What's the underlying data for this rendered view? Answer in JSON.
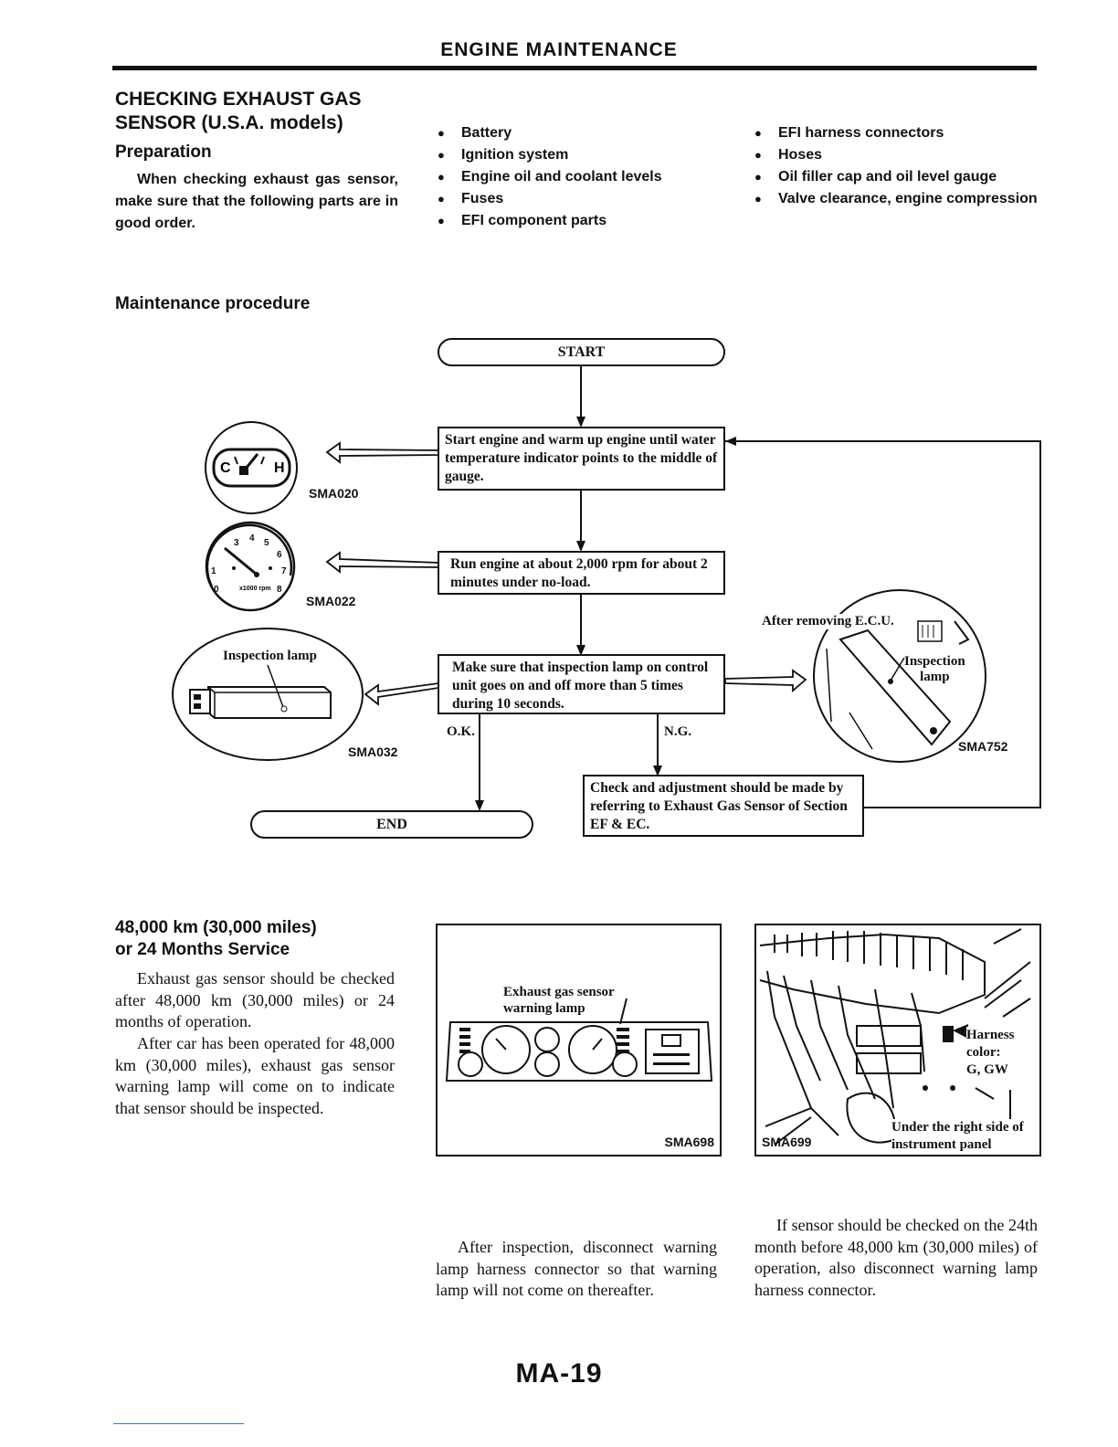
{
  "header": {
    "title": "ENGINE MAINTENANCE"
  },
  "section": {
    "title_line1": "CHECKING EXHAUST GAS",
    "title_line2": "SENSOR (U.S.A. models)",
    "preparation_heading": "Preparation",
    "preparation_text": "When checking exhaust gas sensor, make sure that the following parts are in good order.",
    "bullets_col1": [
      "Battery",
      "Ignition system",
      "Engine oil and coolant levels",
      "Fuses",
      "EFI component parts"
    ],
    "bullets_col2": [
      "EFI harness connectors",
      "Hoses",
      "Oil filler cap and oil level gauge",
      "Valve clearance, engine compression"
    ],
    "procedure_heading": "Maintenance procedure"
  },
  "flowchart": {
    "start": "START",
    "step1": "Start engine and warm up engine until water temperature indicator points to the middle of gauge.",
    "step2": "Run engine at about 2,000 rpm for about 2 minutes under no-load.",
    "step3": "Make sure that inspection lamp on control unit goes on and off more than 5 times during 10 seconds.",
    "ok_label": "O.K.",
    "ng_label": "N.G.",
    "ng_step": "Check and adjustment should be made by referring to Exhaust Gas Sensor of Section EF & EC.",
    "end": "END"
  },
  "figures": {
    "gauge_code": "SMA020",
    "gauge_c": "C",
    "gauge_h": "H",
    "tach_code": "SMA022",
    "tach_scale": "x1000 rpm",
    "inspection_lamp_label": "Inspection lamp",
    "inspection_lamp_code": "SMA032",
    "ecu_label": "After removing E.C.U.",
    "ecu_lamp_label_1": "Inspection",
    "ecu_lamp_label_2": "lamp",
    "ecu_code": "SMA752",
    "panel_label_1": "Exhaust gas sensor",
    "panel_label_2": "warning lamp",
    "panel_code": "SMA698",
    "harness_label_1": "Harness",
    "harness_label_2": "color:",
    "harness_label_3": "G, GW",
    "harness_location_1": "Under the right side of",
    "harness_location_2": "instrument panel",
    "harness_code": "SMA699"
  },
  "service": {
    "heading_line1": "48,000 km (30,000 miles)",
    "heading_line2": "or 24 Months Service",
    "para1": "Exhaust gas sensor should be checked after 48,000 km (30,000 miles) or 24 months of operation.",
    "para2": "After car has been operated for 48,000 km (30,000 miles), exhaust gas sensor warning lamp will come on to indicate that sensor should be inspected.",
    "para3": "After inspection, disconnect warning lamp harness connector so that warning lamp will not come on thereafter.",
    "para4": "If sensor should be checked on the 24th month before 48,000 km (30,000 miles) of operation, also disconnect warning lamp harness connector."
  },
  "footer": {
    "page_number": "MA-19"
  }
}
